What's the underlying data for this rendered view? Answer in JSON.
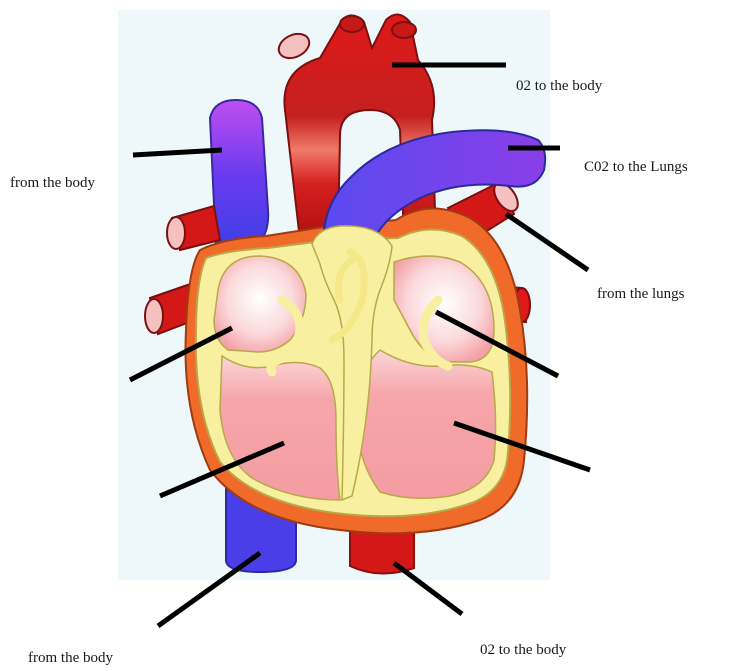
{
  "labels": {
    "o2_body_top": "02 to the body",
    "co2_lungs": "C02 to the Lungs",
    "from_body_left": "from the body",
    "from_lungs": "from the lungs",
    "from_body_bottom": "from the body",
    "o2_body_bottom": "02 to the body"
  },
  "colors": {
    "backdrop": "#eef8fb",
    "oxygenated_red": "#d81818",
    "deoxygenated_blue": "#6b35e8",
    "heart_wall_orange": "#f06a2a",
    "inner_wall_yellow": "#f8f0a0",
    "chamber_pink": "#f6a3a8"
  }
}
